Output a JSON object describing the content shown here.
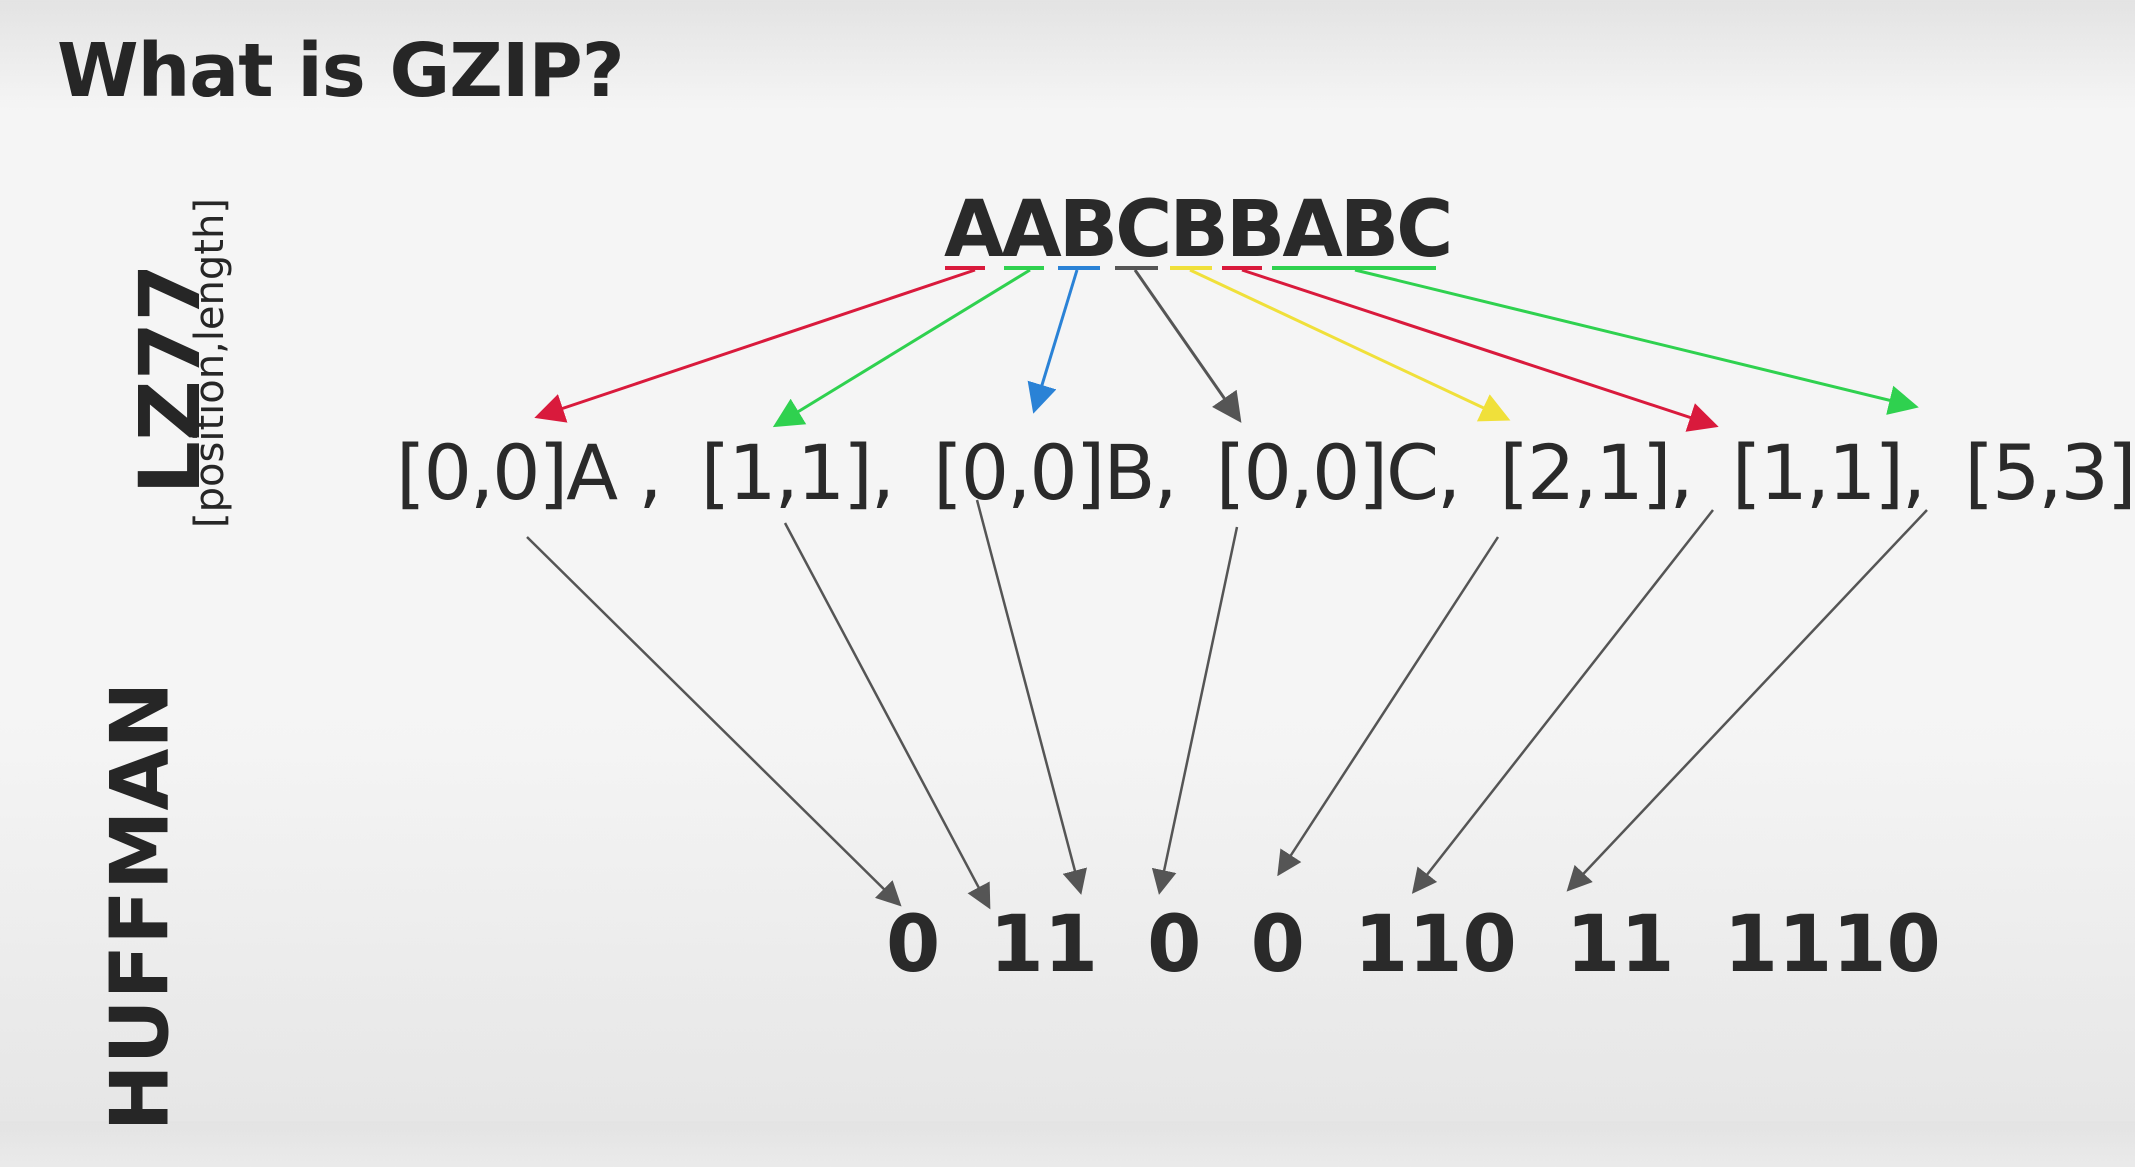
{
  "title": "What is GZIP?",
  "labels": {
    "lz77": "LZ77",
    "lz77_sub": "[position,length]",
    "huffman": "HUFFMAN"
  },
  "source_string": "AABCBBABC",
  "tokens": [
    "[0,0]A ,",
    "[1,1],",
    "[0,0]B,",
    "[0,0]C,",
    "[2,1],",
    "[1,1],",
    "[5,3]"
  ],
  "codes": [
    "0",
    "11",
    "0",
    "0",
    "110",
    "11",
    "1110"
  ],
  "colors": {
    "red": "#d91a3c",
    "green": "#2fd14f",
    "blue": "#2a82d6",
    "gray": "#555555",
    "yellow": "#f0e03a"
  }
}
